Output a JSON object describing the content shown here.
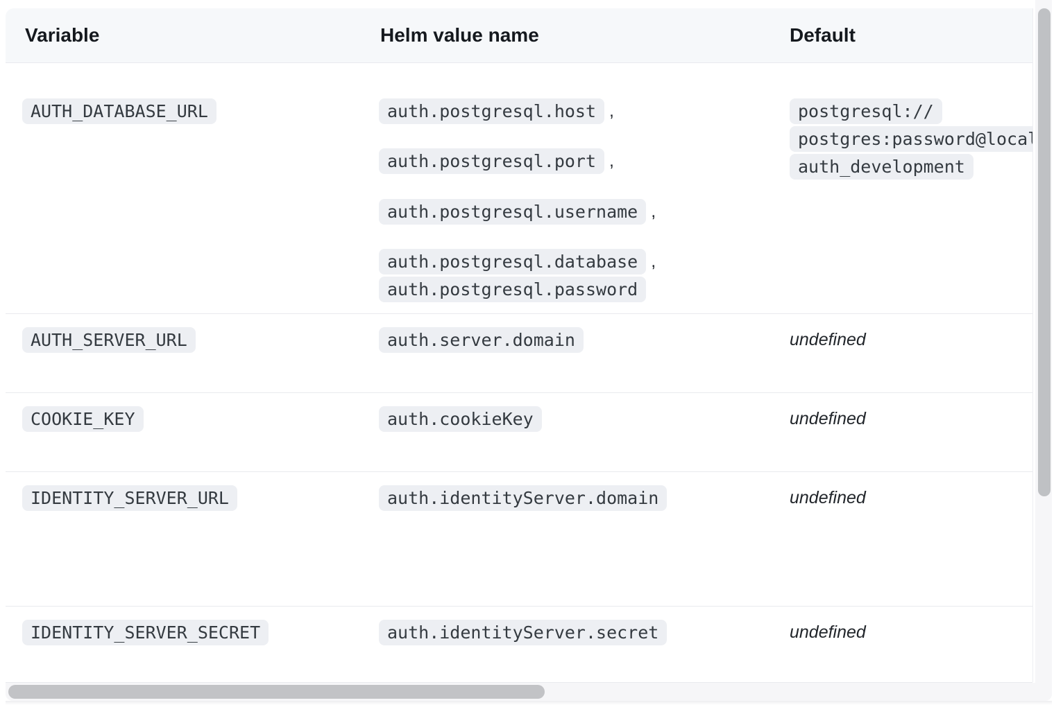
{
  "table": {
    "columns": [
      "Variable",
      "Helm value name",
      "Default"
    ],
    "rows": [
      {
        "variable": "AUTH_DATABASE_URL",
        "helm_values": [
          {
            "code": "auth.postgresql.host",
            "sep": ","
          },
          {
            "code": "auth.postgresql.port",
            "sep": ","
          },
          {
            "code": "auth.postgresql.username",
            "sep": ","
          },
          {
            "code": "auth.postgresql.database",
            "sep": ","
          },
          {
            "code": "auth.postgresql.password"
          }
        ],
        "default": {
          "type": "code",
          "lines": [
            "postgresql://",
            "postgres:password@local",
            "auth_development"
          ]
        }
      },
      {
        "variable": "AUTH_SERVER_URL",
        "helm_values": [
          {
            "code": "auth.server.domain"
          }
        ],
        "default": {
          "type": "italic",
          "text": "undefined"
        }
      },
      {
        "variable": "COOKIE_KEY",
        "helm_values": [
          {
            "code": "auth.cookieKey"
          }
        ],
        "default": {
          "type": "italic",
          "text": "undefined"
        }
      },
      {
        "variable": "IDENTITY_SERVER_URL",
        "helm_values": [
          {
            "code": "auth.identityServer.domain"
          }
        ],
        "default": {
          "type": "italic",
          "text": "undefined"
        }
      },
      {
        "variable": "IDENTITY_SERVER_SECRET",
        "helm_values": [
          {
            "code": "auth.identityServer.secret"
          }
        ],
        "default": {
          "type": "italic",
          "text": "undefined"
        }
      }
    ]
  },
  "colors": {
    "header_bg": "#f6f8fa",
    "row_divider": "#e9eaee",
    "code_chip_bg": "#edeff3",
    "code_text": "#343a40",
    "header_text": "#15191e",
    "scrollbar_thumb": "#c2c3c6"
  }
}
